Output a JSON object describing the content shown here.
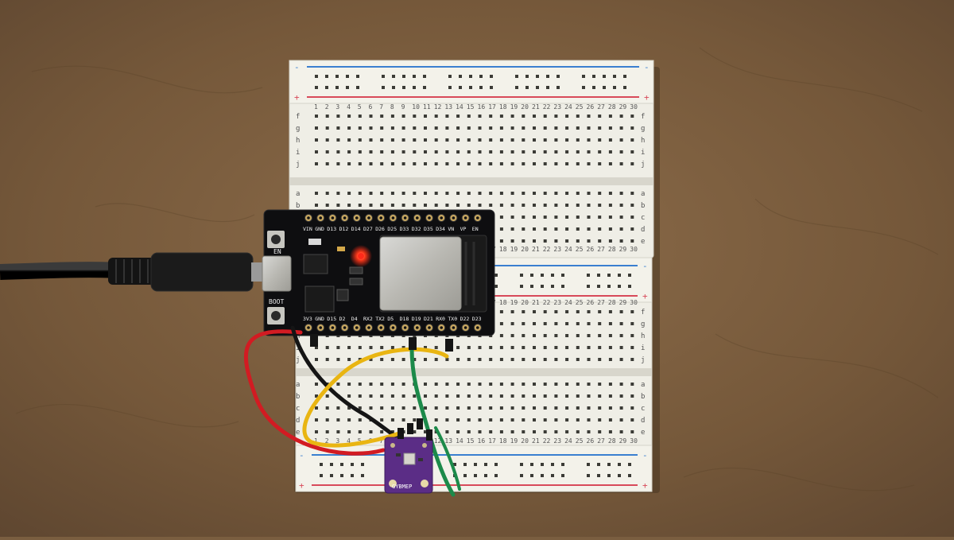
{
  "photo": {
    "subject": "ESP32 development board and GY-BME280 sensor wired on a breadboard",
    "surface_color": "#7a5e40",
    "breadboard_color": "#efeee6"
  },
  "breadboard": {
    "columns": [
      "1",
      "2",
      "3",
      "4",
      "5",
      "6",
      "7",
      "8",
      "9",
      "10",
      "11",
      "12",
      "13",
      "14",
      "15",
      "16",
      "17",
      "18",
      "19",
      "20",
      "21",
      "22",
      "23",
      "24",
      "25",
      "26",
      "27",
      "28",
      "29",
      "30"
    ],
    "rows_top_half": [
      "f",
      "g",
      "h",
      "i",
      "j"
    ],
    "rows_bottom_half": [
      "a",
      "b",
      "c",
      "d",
      "e"
    ],
    "rail_minus": "-",
    "rail_plus": "+",
    "rail_colors": {
      "minus": "#3a7fd0",
      "plus": "#d84a5a"
    }
  },
  "esp32": {
    "top_pin_labels": [
      "VIN",
      "GND",
      "D13",
      "D12",
      "D14",
      "D27",
      "D26",
      "D25",
      "D33",
      "D32",
      "D35",
      "D34",
      "VN",
      "VP",
      "EN"
    ],
    "bottom_pin_labels": [
      "3V3",
      "GND",
      "D15",
      "D2",
      "D4",
      "RX2",
      "TX2",
      "D5",
      "D18",
      "D19",
      "D21",
      "RX0",
      "TX0",
      "D22",
      "D23"
    ],
    "en_button_label": "EN",
    "boot_button_label": "BOOT",
    "power_led_color": "#ff2a1a"
  },
  "sensor": {
    "label": "GYBMEP",
    "board_color": "#5b2d86"
  },
  "wires": {
    "red": "#d21b22",
    "black": "#151515",
    "yellow": "#e9b512",
    "green": "#1c8a4a",
    "usb_cable": "#111111"
  }
}
